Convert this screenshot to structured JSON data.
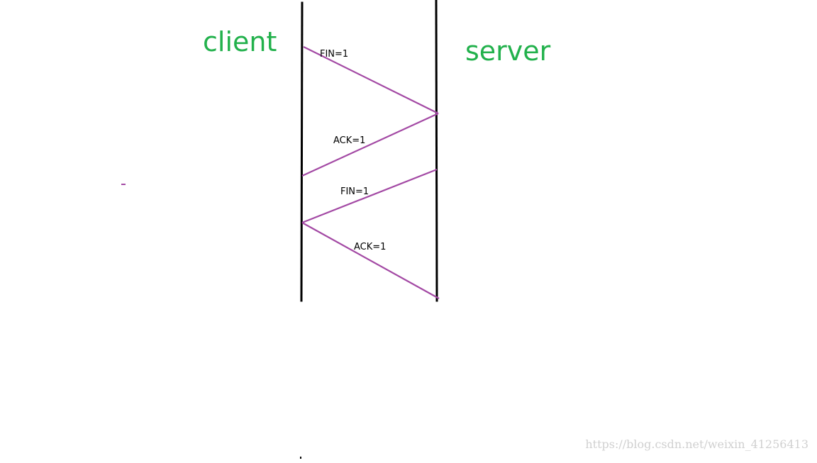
{
  "actors": {
    "client": "client",
    "server": "server"
  },
  "messages": [
    {
      "label": "FIN=1",
      "from": "client",
      "to": "server"
    },
    {
      "label": "ACK=1",
      "from": "server",
      "to": "client"
    },
    {
      "label": "FIN=1",
      "from": "server",
      "to": "client"
    },
    {
      "label": "ACK=1",
      "from": "client",
      "to": "server"
    }
  ],
  "watermark": "https://blog.csdn.net/weixin_41256413",
  "colors": {
    "actor_text": "#22b14c",
    "arrow": "#a349a4",
    "lifeline": "#000000",
    "watermark": "#d0d0d0"
  }
}
